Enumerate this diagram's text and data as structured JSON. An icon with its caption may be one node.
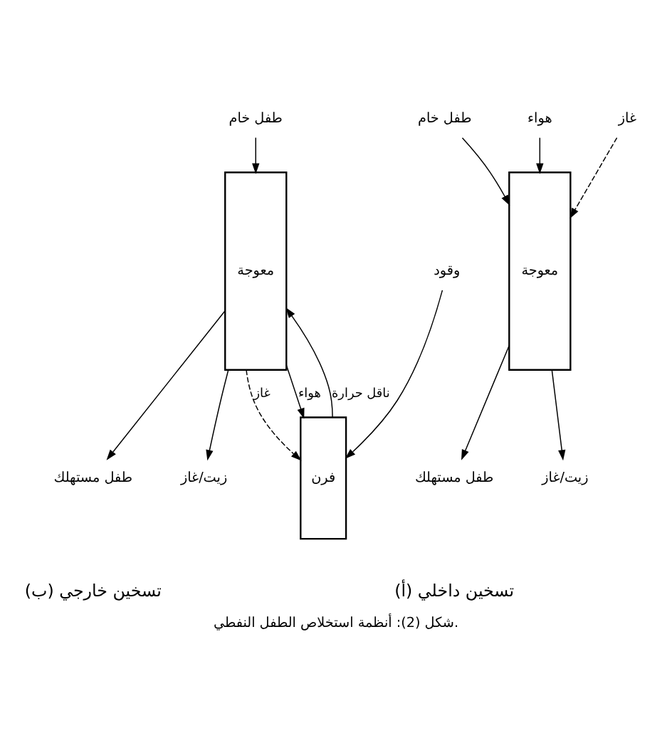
{
  "diagram": {
    "caption": "شكل (2): أنظمة استخلاص الطفل النفطي.",
    "nodes": [
      {
        "text": [
          "طفل خام"
        ]
      },
      {
        "text": [
          "معوجة"
        ]
      },
      {
        "text": [
          "طفل مستهلك"
        ]
      },
      {
        "text": [
          "زيت/غاز"
        ]
      },
      {
        "text": [
          "وقود"
        ]
      },
      {
        "text": [
          "فرن"
        ]
      },
      {
        "text": [
          "طفل خام"
        ]
      },
      {
        "text": [
          "معوجة"
        ]
      },
      {
        "text": [
          "طفل مستهلك"
        ]
      },
      {
        "text": [
          "زيت/غاز"
        ]
      },
      {
        "text": [
          "هواء"
        ]
      },
      {
        "text": [
          "غاز"
        ]
      }
    ],
    "edges": [
      {
        "from": 0,
        "to": 1,
        "arrow": "to"
      },
      {
        "from": 1,
        "to": 2,
        "arrow": "to"
      },
      {
        "from": 1,
        "to": 3,
        "arrow": "to"
      },
      {
        "from": 1,
        "to": 5,
        "arrow": "to",
        "label": "غاز",
        "style": "dashed"
      },
      {
        "from": 4,
        "to": 5,
        "arrow": "to"
      },
      {
        "from": 1,
        "to": 5,
        "arrow": "to",
        "label": "هواء"
      },
      {
        "from": 5,
        "to": 1,
        "arrow": "to",
        "label": "ناقل حرارة"
      },
      {
        "from": 6,
        "to": 7,
        "arrow": "to"
      },
      {
        "from": 7,
        "to": 8,
        "arrow": "to"
      },
      {
        "from": 7,
        "to": 9,
        "arrow": "to"
      },
      {
        "from": 10,
        "to": 7,
        "arrow": "to"
      },
      {
        "from": 11,
        "to": 7,
        "arrow": "to",
        "style": "dashed"
      }
    ],
    "labels": [
      "(ب) تسخين خارجي",
      "(أ) تسخين داخلي"
    ]
  }
}
